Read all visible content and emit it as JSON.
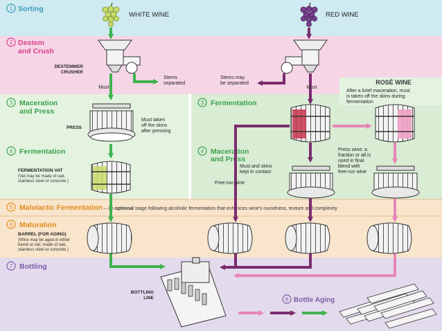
{
  "stages": {
    "s1": {
      "num": "1",
      "label": "Sorting"
    },
    "s2": {
      "num": "2",
      "label": "Destem",
      "label2": "and Crush"
    },
    "s3a": {
      "num": "3",
      "label": "Maceration",
      "label2": "and Press"
    },
    "s3b": {
      "num": "3",
      "label": "Fermentation"
    },
    "s4a": {
      "num": "4",
      "label": "Fermentation"
    },
    "s4b": {
      "num": "4",
      "label": "Maceration",
      "label2": "and Press"
    },
    "s5": {
      "num": "5",
      "label": "Malolactic Fermentation",
      "dash": " – an ",
      "optional": "optional",
      "desc": " stage following alcoholic fermentation that enhances wine's roundness, texture and complexity"
    },
    "s6": {
      "num": "6",
      "label": "Maturation"
    },
    "s7": {
      "num": "7",
      "label": "Bottling"
    },
    "s8": {
      "num": "8",
      "label": "Bottle Aging"
    }
  },
  "labels": {
    "white_wine": "WHITE WINE",
    "red_wine": "RED WINE",
    "rose_wine": "ROSÉ WINE",
    "rose_desc_1": "After a brief maceration, must",
    "rose_desc_2": "is taken off the skins during",
    "rose_desc_3": "fermentation",
    "destemmer_1": "DESTEMMER",
    "destemmer_2": "CRUSHER",
    "must_white": "Must",
    "must_red": "Must",
    "stems_white_1": "Stems",
    "stems_white_2": "separated",
    "stems_red_1": "Stems may",
    "stems_red_2": "be separated",
    "press": "PRESS",
    "must_taken_1": "Must taken",
    "must_taken_2": "off the skins",
    "must_taken_3": "after pressing",
    "vat_1": "FERMENTATION VAT",
    "vat_2": "(Vat may be made of oak,",
    "vat_3": "stainless steel or concrete.)",
    "must_skins_1": "Must and skins",
    "must_skins_2": "kept in contact",
    "free_run": "Free-run wine",
    "press_wine_1": "Press wine: a",
    "press_wine_2": "fraction or all is",
    "press_wine_3": "used in final",
    "press_wine_4": "blend with",
    "press_wine_5": "free-run wine",
    "barrel_1": "BARREL (FOR AGING)",
    "barrel_2": "(Wine may be aged in either",
    "barrel_3": "barrel or vat, made of oak,",
    "barrel_4": "stainless steel or concrete.)",
    "bottling_line_1": "BOTTLING",
    "bottling_line_2": "LINE"
  },
  "colors": {
    "band_blue": "#cfeaf0",
    "band_pink": "#f6d6e6",
    "band_green": "#e4f3e0",
    "band_tan": "#f8e5cc",
    "band_purple": "#e3dbed",
    "arrow_green": "#3fb34f",
    "arrow_purple": "#7b2c6e",
    "arrow_pink": "#e886b8",
    "stage_pink_text": "#d8418f",
    "stage_blue_text": "#3a9ab8",
    "stage_green_text": "#3aa14d",
    "stage_orange_text": "#e28a1c",
    "stage_purple_text": "#7a5ca8"
  }
}
